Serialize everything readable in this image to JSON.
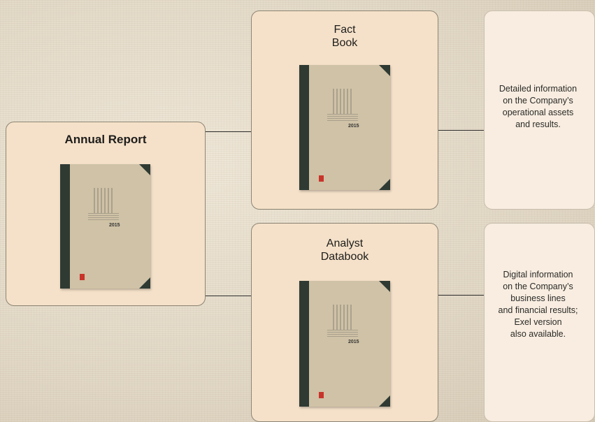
{
  "annual_report": {
    "title": "Annual Report"
  },
  "fact_book": {
    "title_line1": "Fact",
    "title_line2": "Book",
    "description": [
      "Detailed information",
      "on the Company’s",
      "operational assets",
      "and results."
    ]
  },
  "analyst_databook": {
    "title_line1": "Analyst",
    "title_line2": "Databook",
    "description": [
      "Digital information",
      "on the Company’s",
      "business lines",
      "and financial results;",
      "Exel version",
      "also available."
    ]
  }
}
